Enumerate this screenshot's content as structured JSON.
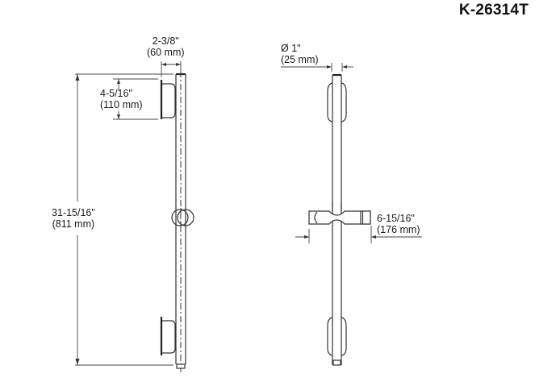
{
  "header": {
    "model_number": "K-26314T"
  },
  "side_view": {
    "bracket_depth": {
      "imperial": "2-3/8\"",
      "metric": "(60 mm)"
    },
    "bracket_height": {
      "imperial": "4-5/16\"",
      "metric": "(110 mm)"
    },
    "overall_length": {
      "imperial": "31-15/16\"",
      "metric": "(811 mm)"
    }
  },
  "front_view": {
    "bar_diameter": {
      "imperial": "Ø 1\"",
      "metric": "(25 mm)"
    },
    "holder_width": {
      "imperial": "6-15/16\"",
      "metric": "(176 mm)"
    }
  },
  "colors": {
    "line": "#333333",
    "text": "#1a1a1a",
    "background": "#ffffff"
  }
}
